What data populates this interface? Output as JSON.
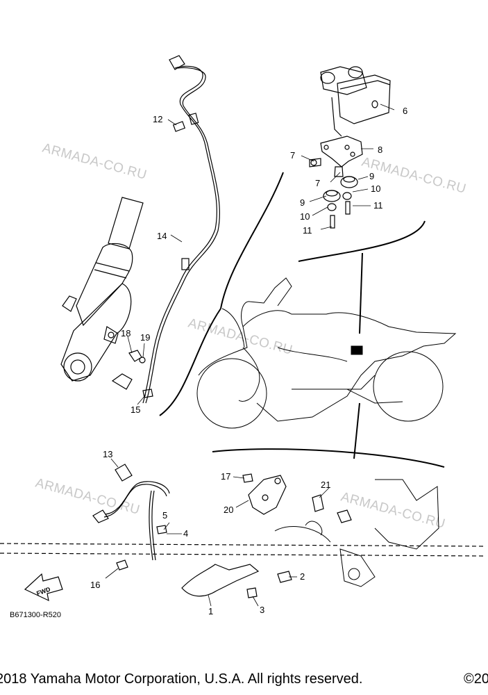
{
  "watermark": "ARMADA-CO.RU",
  "diagram_code": "B671300-R520",
  "fwd_label": "FWD",
  "copyright": {
    "left": "2018 Yamaha Motor Corporation, U.S.A. All rights reserved.",
    "right": "©20"
  },
  "callouts": {
    "c1": "1",
    "c2": "2",
    "c3": "3",
    "c4": "4",
    "c5": "5",
    "c6": "6",
    "c7a": "7",
    "c7b": "7",
    "c8": "8",
    "c9a": "9",
    "c9b": "9",
    "c10a": "10",
    "c10b": "10",
    "c11a": "11",
    "c11b": "11",
    "c12": "12",
    "c13": "13",
    "c14": "14",
    "c15": "15",
    "c16": "16",
    "c17": "17",
    "c18": "18",
    "c19": "19",
    "c20": "20",
    "c21": "21"
  },
  "colors": {
    "line": "#000000",
    "watermark": "#c8c8c8",
    "background": "#ffffff"
  }
}
